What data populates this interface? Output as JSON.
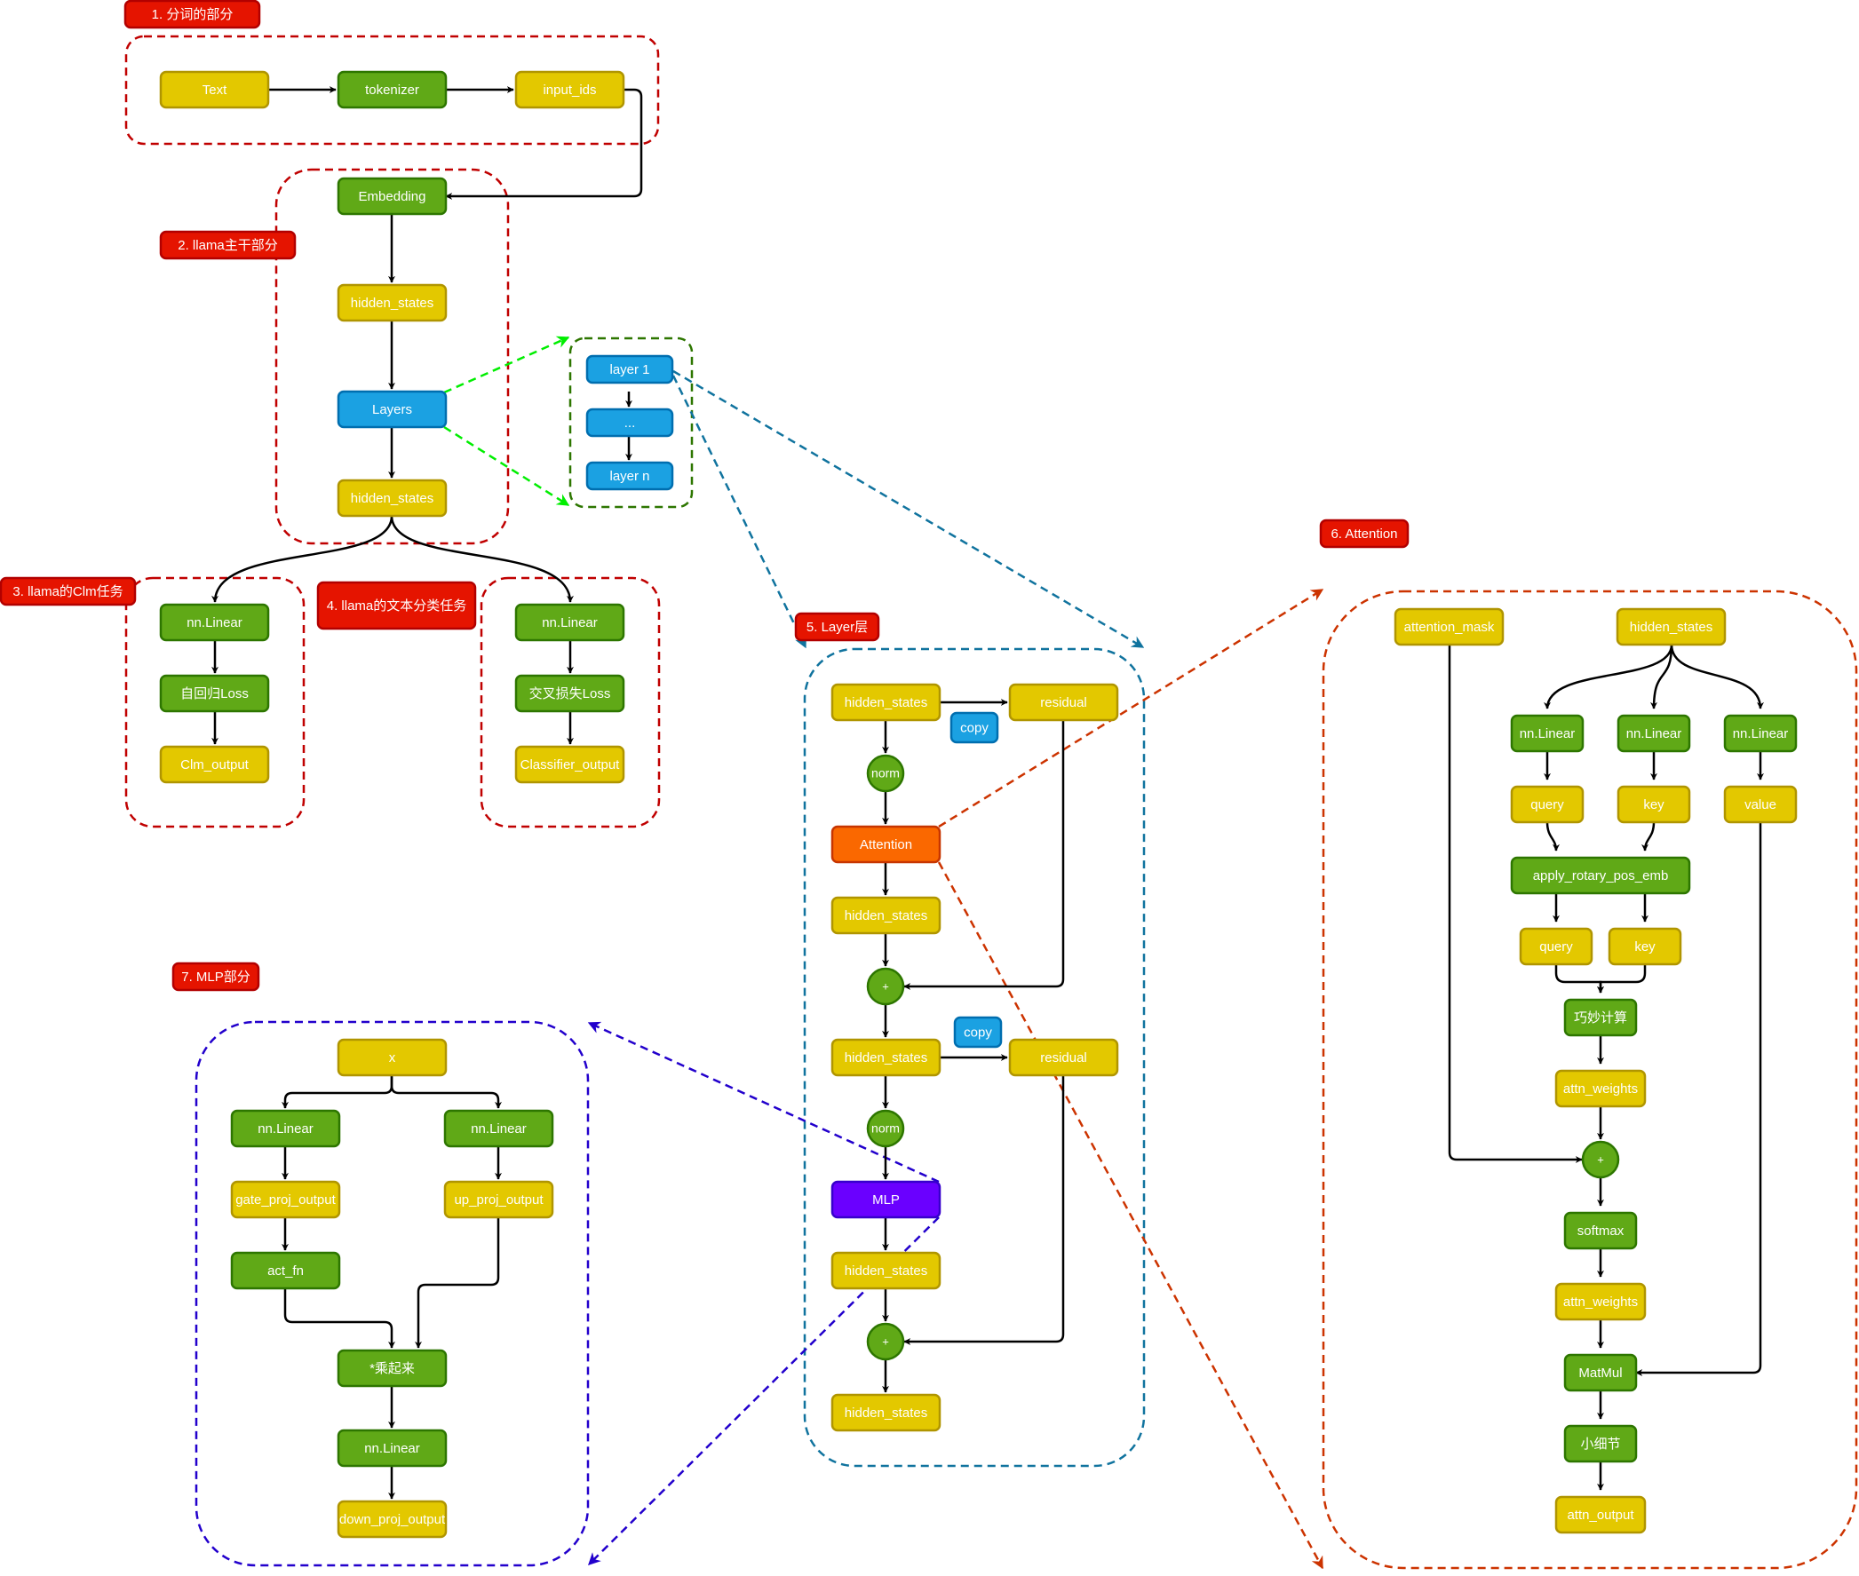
{
  "colors": {
    "yellow": "#e3c800",
    "yellow_stroke": "#b09500",
    "green": "#60a917",
    "green_stroke": "#2d7600",
    "blue": "#1ba1e2",
    "blue_stroke": "#006eaf",
    "orange": "#fa6800",
    "orange_stroke": "#c73500",
    "purple": "#6a00ff",
    "purple_stroke": "#3700cc",
    "red": "#e51400",
    "red_stroke": "#b20000"
  },
  "sections": {
    "s1": "1. 分词的部分",
    "s2": "2. llama主干部分",
    "s3": "3. llama的Clm任务",
    "s4": "4. llama的文本分类任务",
    "s5": "5. Layer层",
    "s6": "6. Attention",
    "s7": "7. MLP部分"
  },
  "tokenize": {
    "text": "Text",
    "tokenizer": "tokenizer",
    "input_ids": "input_ids"
  },
  "backbone": {
    "embedding": "Embedding",
    "hidden_states_1": "hidden_states",
    "layers": "Layers",
    "hidden_states_2": "hidden_states"
  },
  "layer_stack": {
    "layer_1": "layer 1",
    "dots": "...",
    "layer_n": "layer n"
  },
  "clm": {
    "linear": "nn.Linear",
    "loss": "自回归Loss",
    "output": "Clm_output"
  },
  "cls": {
    "linear": "nn.Linear",
    "loss": "交叉损失Loss",
    "output": "Classifier_output"
  },
  "layer": {
    "hidden_states_in": "hidden_states",
    "residual_1": "residual",
    "copy_1": "copy",
    "norm_1": "norm",
    "attention": "Attention",
    "hidden_states_attn": "hidden_states",
    "plus_1": "+",
    "hidden_states_mid": "hidden_states",
    "residual_2": "residual",
    "copy_2": "copy",
    "norm_2": "norm",
    "mlp": "MLP",
    "hidden_states_mlp": "hidden_states",
    "plus_2": "+",
    "hidden_states_out": "hidden_states"
  },
  "attention": {
    "attention_mask": "attention_mask",
    "hidden_states": "hidden_states",
    "linear_q": "nn.Linear",
    "linear_k": "nn.Linear",
    "linear_v": "nn.Linear",
    "query": "query",
    "key": "key",
    "value": "value",
    "rotary": "apply_rotary_pos_emb",
    "query_rot": "query",
    "key_rot": "key",
    "clever": "巧妙计算",
    "attn_weights_1": "attn_weights",
    "plus": "+",
    "softmax": "softmax",
    "attn_weights_2": "attn_weights",
    "matmul": "MatMul",
    "detail": "小细节",
    "attn_output": "attn_output"
  },
  "mlp": {
    "x": "x",
    "linear_gate": "nn.Linear",
    "linear_up": "nn.Linear",
    "gate_proj_output": "gate_proj_output",
    "up_proj_output": "up_proj_output",
    "act_fn": "act_fn",
    "multiply": "*乘起来",
    "linear_down": "nn.Linear",
    "down_proj_output": "down_proj_output"
  }
}
